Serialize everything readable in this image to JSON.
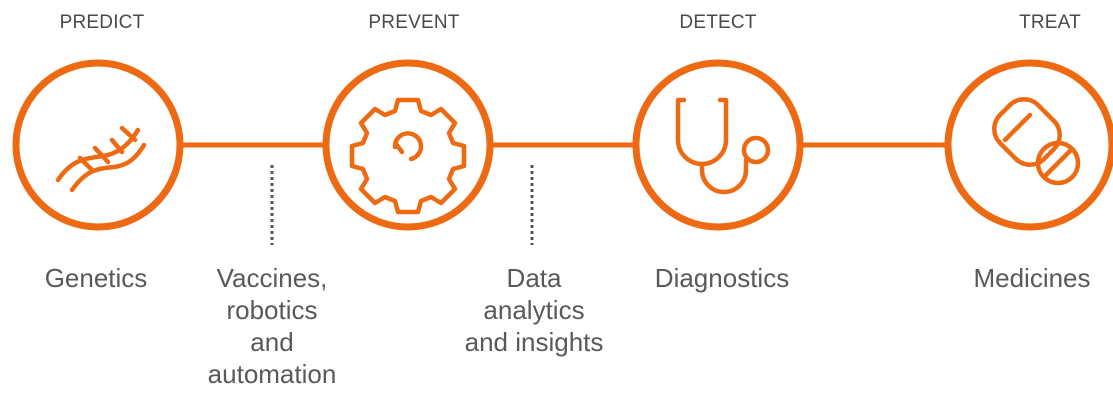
{
  "phases": {
    "predict": "PREDICT",
    "prevent": "PREVENT",
    "detect": "DETECT",
    "treat": "TREAT"
  },
  "categories": {
    "genetics": "Genetics",
    "vaccines": [
      "Vaccines,",
      "robotics",
      "and",
      "automation"
    ],
    "data": [
      "Data",
      "analytics",
      "and insights"
    ],
    "diagnostics": "Diagnostics",
    "medicines": "Medicines"
  },
  "icons": [
    "dna-icon",
    "gear-icon",
    "stethoscope-icon",
    "pill-icon"
  ],
  "colors": {
    "accent": "#ED6A12",
    "text": "#595959",
    "dotted_line": "#555555"
  }
}
